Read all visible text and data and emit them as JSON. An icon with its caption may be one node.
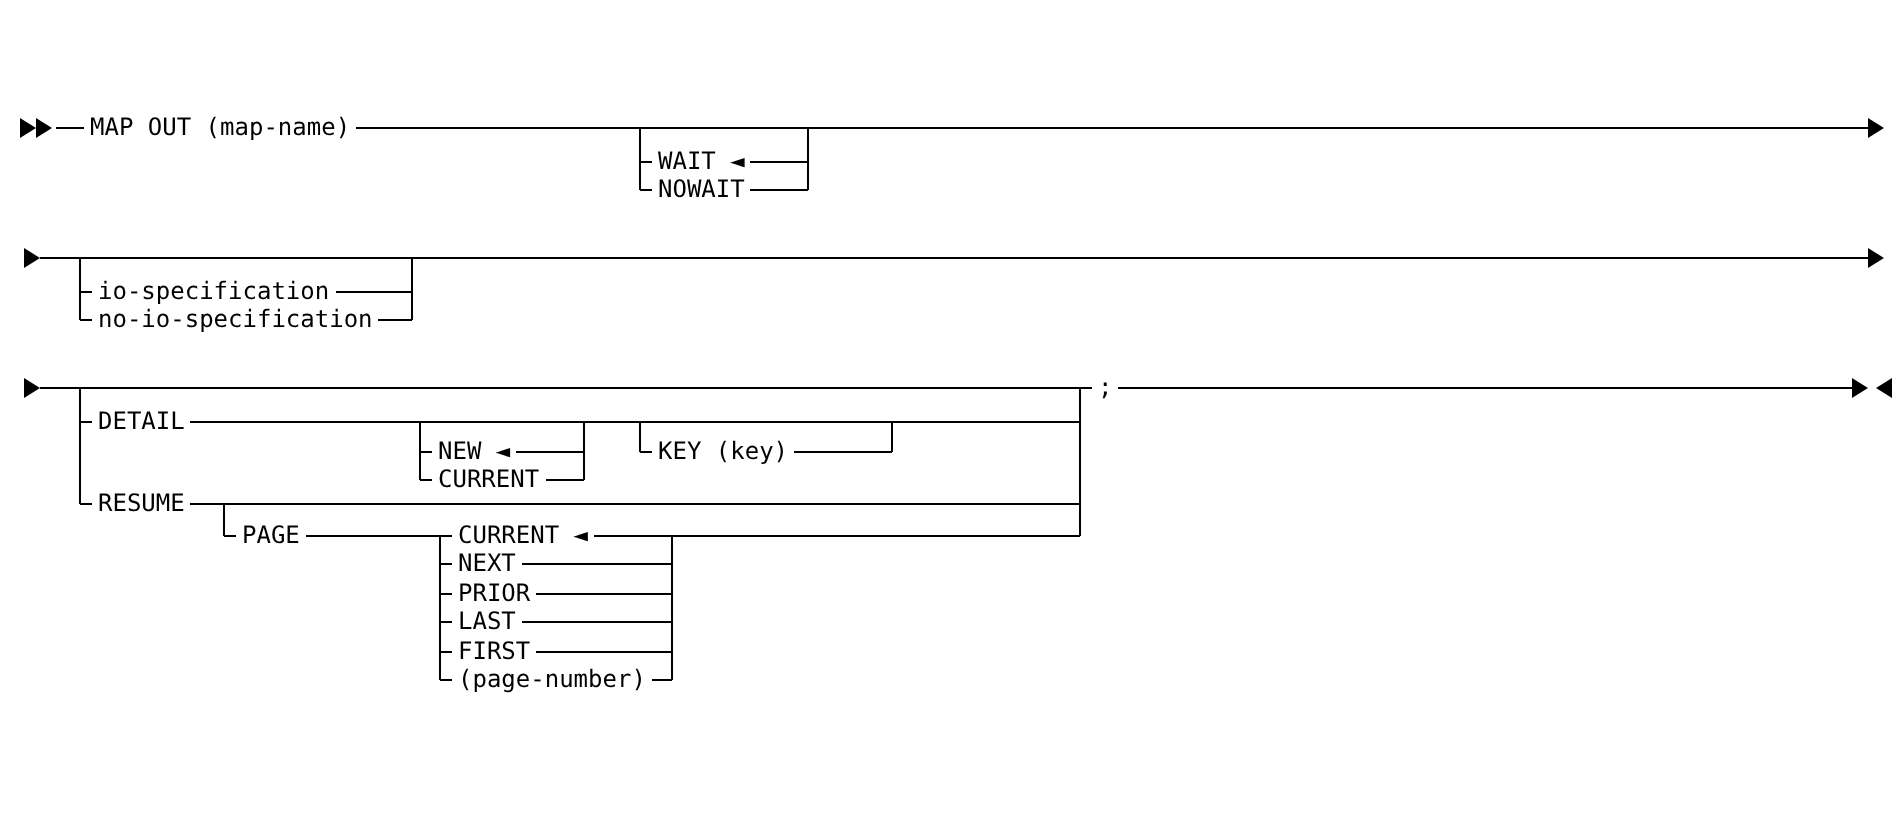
{
  "diagram": {
    "labels": [
      "MAP OUT (map-name)",
      "WAIT ◄",
      "NOWAIT",
      "io-specification",
      "no-io-specification",
      "DETAIL",
      "NEW ◄",
      "CURRENT",
      "KEY (key)",
      ";",
      "RESUME",
      "PAGE",
      "CURRENT ◄",
      "NEXT",
      "PRIOR",
      "LAST",
      "FIRST",
      "(page-number)"
    ]
  }
}
